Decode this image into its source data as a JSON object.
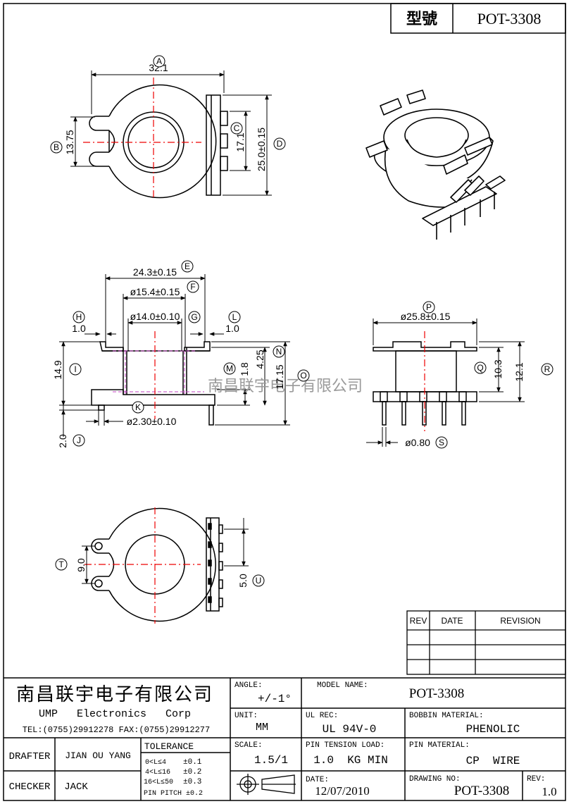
{
  "header": {
    "model_label": "型號",
    "model_value": "POT-3308"
  },
  "dims": {
    "A": "32.1",
    "B": "13.75",
    "C": "17.1",
    "D": "25.0±0.15",
    "E": "24.3±0.15",
    "F": "ø15.4±0.15",
    "G": "ø14.0±0.10",
    "H": "1.0",
    "L": "1.0",
    "I": "14.9",
    "N": "4.25",
    "M": "1.8",
    "O": "17.15",
    "K": "ø2.30±0.10",
    "J": "2.0",
    "P": "ø25.8±0.15",
    "Q": "10.3",
    "R": "12.1",
    "S": "ø0.80",
    "T": "9.0",
    "U": "5.0"
  },
  "balloons": [
    "A",
    "B",
    "C",
    "D",
    "E",
    "F",
    "G",
    "H",
    "I",
    "J",
    "K",
    "L",
    "M",
    "N",
    "O",
    "P",
    "Q",
    "R",
    "S",
    "T",
    "U"
  ],
  "watermark": "南昌联宇电子有限公司",
  "revision_table": {
    "headers": [
      "REV",
      "DATE",
      "REVISION"
    ]
  },
  "company": {
    "name_cn": "南昌联宇电子有限公司",
    "name_en": "UMP   Electronics   Corp",
    "contact": "TEL:(0755)29912278 FAX:(0755)29912277"
  },
  "title_block": {
    "angle_label": "ANGLE:",
    "angle_value": "+/-1°",
    "model_name_label": "MODEL NAME:",
    "model_name_value": "POT-3308",
    "unit_label": "UNIT:",
    "unit_value": "MM",
    "ul_rec_label": "UL REC:",
    "ul_rec_value": "UL 94V-0",
    "bobbin_material_label": "BOBBIN MATERIAL:",
    "bobbin_material_value": "PHENOLIC",
    "drafter_label": "DRAFTER",
    "drafter_value": "JIAN OU YANG",
    "tolerance_label": "TOLERANCE",
    "tol_rows": [
      {
        "range": "0<L≤4",
        "value": "±0.1"
      },
      {
        "range": "4<L≤16",
        "value": "±0.2"
      },
      {
        "range": "16<L≤50",
        "value": "±0.3"
      }
    ],
    "pin_pitch": "PIN PITCH ±0.2",
    "scale_label": "SCALE:",
    "scale_value": "1.5/1",
    "pin_tension_label": "PIN TENSION LOAD:",
    "pin_tension_value": "1.0  KG MIN",
    "pin_material_label": "PIN MATERIAL:",
    "pin_material_value": "CP  WIRE",
    "checker_label": "CHECKER",
    "checker_value": "JACK",
    "date_label": "DATE:",
    "date_value": "12/07/2010",
    "drawing_no_label": "DRAWING NO:",
    "drawing_no_value": "POT-3308",
    "rev_label": "REV:",
    "rev_value": "1.0"
  }
}
